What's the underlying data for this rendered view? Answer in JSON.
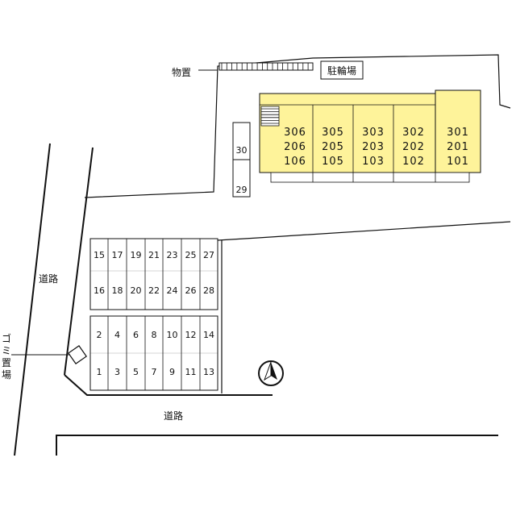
{
  "labels": {
    "storage": "物置",
    "bicycle_parking": "駐輪場",
    "road_left": "道路",
    "road_bottom": "道路",
    "garbage": "ゴミ置場"
  },
  "building": {
    "fill_color": "#fef39a",
    "units": [
      {
        "top": "306",
        "mid": "206",
        "bot": "106"
      },
      {
        "top": "305",
        "mid": "205",
        "bot": "105"
      },
      {
        "top": "303",
        "mid": "203",
        "bot": "103"
      },
      {
        "top": "302",
        "mid": "202",
        "bot": "102"
      },
      {
        "top": "301",
        "mid": "201",
        "bot": "101"
      }
    ]
  },
  "side_parking": {
    "top": "30",
    "bottom": "29"
  },
  "parking_upper": {
    "top_row": [
      "15",
      "17",
      "19",
      "21",
      "23",
      "25",
      "27"
    ],
    "bottom_row": [
      "16",
      "18",
      "20",
      "22",
      "24",
      "26",
      "28"
    ]
  },
  "parking_lower": {
    "top_row": [
      "2",
      "4",
      "6",
      "8",
      "10",
      "12",
      "14"
    ],
    "bottom_row": [
      "1",
      "3",
      "5",
      "7",
      "9",
      "11",
      "13"
    ]
  },
  "compass": {
    "icon": "north-arrow-icon"
  }
}
